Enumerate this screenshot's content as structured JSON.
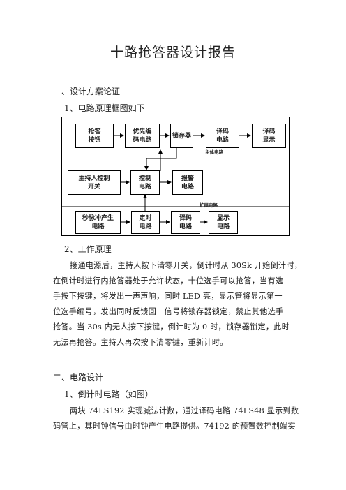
{
  "title": "十路抢答器设计报告",
  "section1": {
    "heading": "一、设计方案论证",
    "sub1": "1、电路原理框图如下",
    "diagram": {
      "b_qiangda": [
        "抢答",
        "按钮"
      ],
      "b_youxian": [
        "优先编",
        "码电路"
      ],
      "b_suocun": [
        "锁存器"
      ],
      "b_yima1": [
        "译码",
        "电路"
      ],
      "b_yima_xianshi": [
        "译码",
        "显示"
      ],
      "b_zhuchiren": [
        "主持人控制",
        "开关"
      ],
      "b_kongzhi": [
        "控制",
        "电路"
      ],
      "b_baojing": [
        "报警",
        "电路"
      ],
      "b_miaomaichong": [
        "秒脉冲产生",
        "电路"
      ],
      "b_dingshi": [
        "定时",
        "电路"
      ],
      "b_yima2": [
        "译码",
        "电路"
      ],
      "b_xianshi": [
        "显示",
        "电路"
      ],
      "label_main": "主体电路",
      "label_ext": "扩展电路"
    },
    "sub2": "2、工作原理",
    "para_lines": [
      "接通电源后，主持人按下清零开关，倒计时从 30Sk 开始倒计时，",
      "在倒计时进行内抢答器处于允许状态，十位选手可以抢答，当有选",
      "手按下按键，将发出一声声响，同时 LED 亮，显示管将显示第一",
      "位选手编号，发出同时反馈回一信号将锁存器锁定，禁止其他选手",
      "抢答。当 30s 内无人按下按键，倒计时为 0 时，锁存器锁定，此时",
      "无法再抢答。主持人再次按下清零键，重新计时。"
    ]
  },
  "section2": {
    "heading": "二、电路设计",
    "sub1": "1、倒计时电路（如图）",
    "para_lines": [
      "两块 74LS192 实现减法计数，通过译码电路 74LS48 显示到数",
      "码管上，其时钟信号由时钟产生电路提供。74192 的预置数控制端实"
    ]
  }
}
